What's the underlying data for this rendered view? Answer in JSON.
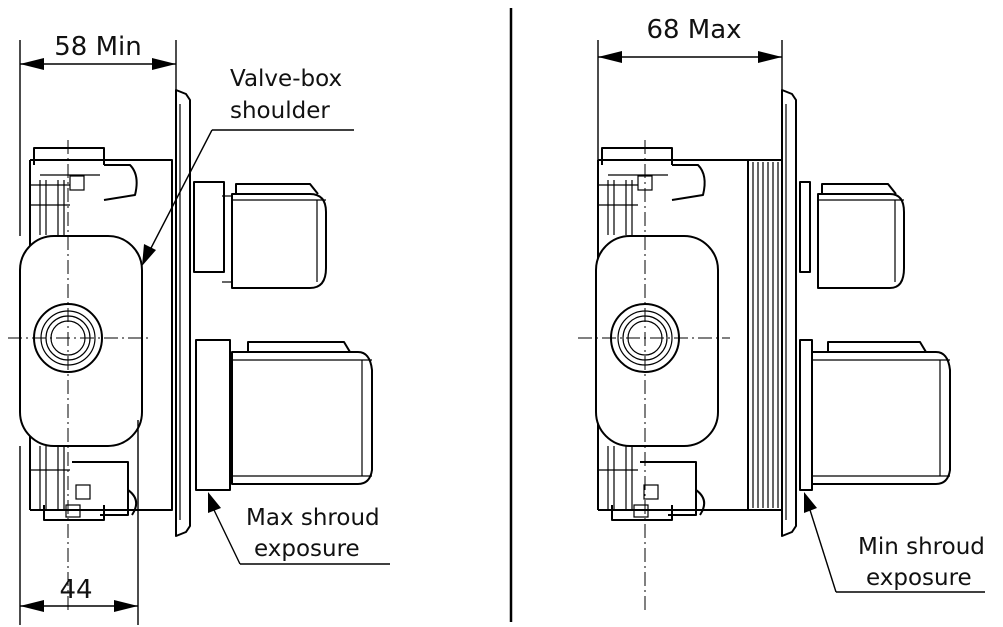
{
  "left_view": {
    "dim_top": "58 Min",
    "dim_bottom": "44",
    "label_shoulder_line1": "Valve-box",
    "label_shoulder_line2": "shoulder",
    "label_exposure_line1": "Max shroud",
    "label_exposure_line2": "exposure"
  },
  "right_view": {
    "dim_top": "68 Max",
    "label_exposure_line1": "Min shroud",
    "label_exposure_line2": "exposure"
  }
}
